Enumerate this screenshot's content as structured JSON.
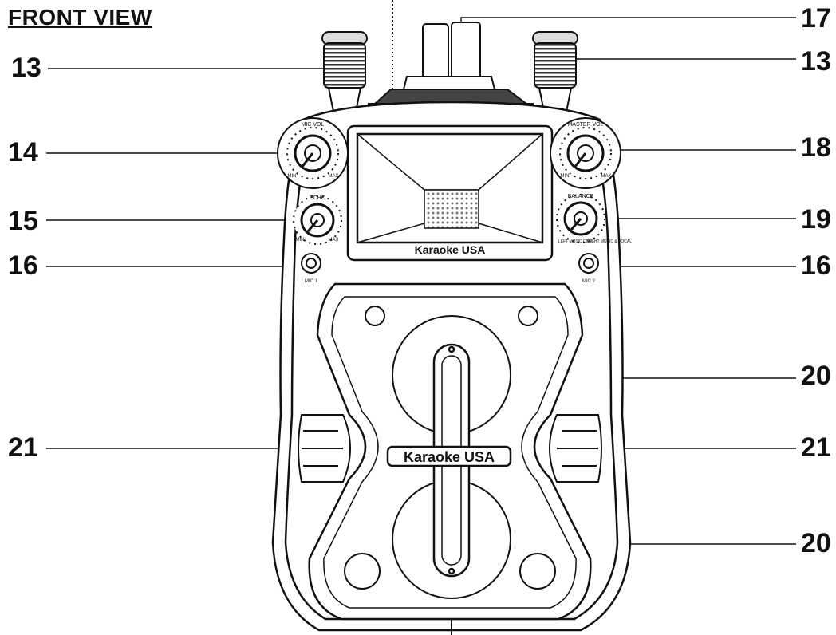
{
  "title": "FRONT VIEW",
  "brand": "Karaoke USA",
  "knob_labels": {
    "mic_vol": "MIC VOL",
    "master_vol": "MASTER VOL",
    "echo": "ECHO",
    "balance": "BALANCE",
    "min": "MIN",
    "max": "MAX",
    "left_music_only": "LEFT MUSIC ONLY",
    "right_music_vocal": "RIGHT MUSIC & VOCAL",
    "mic1": "MIC 1",
    "mic2": "MIC 2"
  },
  "callouts": {
    "left_13": "13",
    "right_13": "13",
    "c14": "14",
    "c15": "15",
    "left_16": "16",
    "right_16": "16",
    "c17": "17",
    "c18": "18",
    "c19": "19",
    "upper_20": "20",
    "lower_20": "20",
    "left_21": "21",
    "right_21": "21"
  }
}
